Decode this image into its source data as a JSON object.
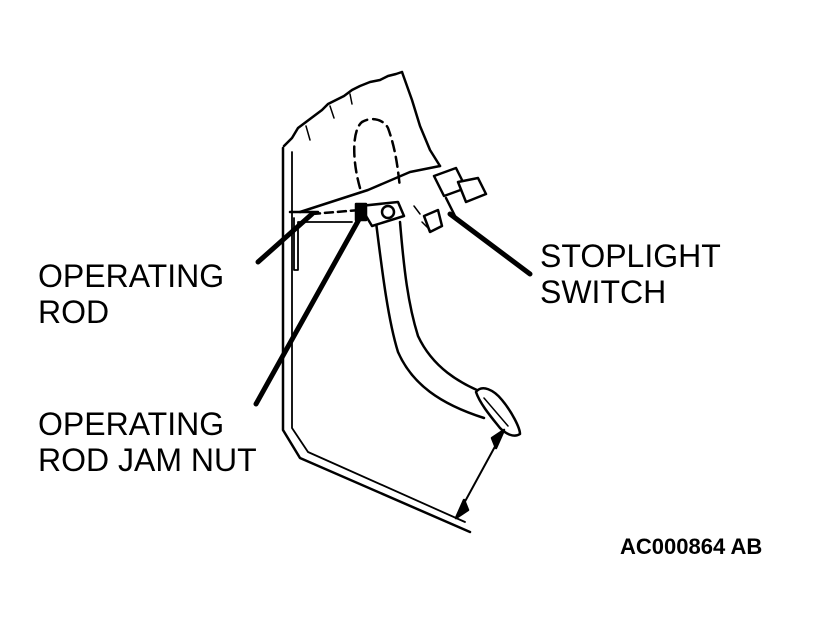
{
  "labels": {
    "operating_rod": [
      "OPERATING",
      "ROD"
    ],
    "stoplight_switch": [
      "STOPLIGHT",
      "SWITCH"
    ],
    "operating_rod_jam_nut": [
      "OPERATING",
      "ROD JAM NUT"
    ]
  },
  "figure_code": "AC000864 AB",
  "colors": {
    "ink": "#000000",
    "background": "#ffffff"
  }
}
